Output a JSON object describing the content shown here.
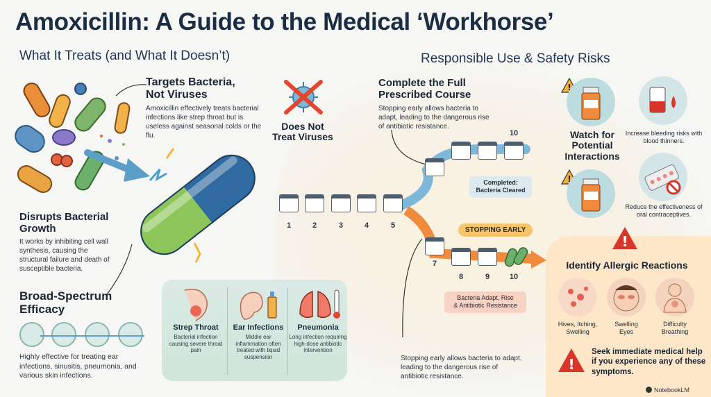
{
  "title": "Amoxicillin: A Guide to the Medical ‘Workhorse’",
  "left_section": {
    "heading": "What It Treats (and What It Doesn’t)",
    "targets": {
      "title_line1": "Targets Bacteria,",
      "title_line2": "Not Viruses",
      "body": "Amoxicillin effectively treats bacterial infections like strep throat but is useless against seasonal colds or the flu."
    },
    "virus_label_line1": "Does Not",
    "virus_label_line2": "Treat Viruses",
    "disrupts": {
      "title_line1": "Disrupts Bacterial",
      "title_line2": "Growth",
      "body": "It works by inhibiting cell wall synthesis, causing the structural failure and death of susceptible bacteria."
    },
    "broad": {
      "title_line1": "Broad-Spectrum",
      "title_line2": "Efficacy",
      "body": "Highly effective for treating ear infections, sinusitis, pneumonia, and various skin infections."
    },
    "conditions": [
      {
        "name": "Strep Throat",
        "desc": "Bacterial infection causing severe throat pain"
      },
      {
        "name": "Ear Infections",
        "desc": "Middle ear inflammation often treated with liquid suspension"
      },
      {
        "name": "Pneumonia",
        "desc": "Long infection requiring high-dose antibiotic intervention"
      }
    ]
  },
  "right_section": {
    "heading": "Responsible Use & Safety Risks",
    "course": {
      "title_line1": "Complete the Full",
      "title_line2": "Prescribed Course",
      "body": "Stopping early allows bacteria to adapt, leading to the dangerous rise of antibiotic resistance."
    },
    "days_base": [
      "1",
      "2",
      "3",
      "4",
      "5"
    ],
    "day_final_top": "10",
    "completed_label_line1": "Completed:",
    "completed_label_line2": "Bacteria Cleared",
    "stopping_early_label": "STOPPING EARLY",
    "days_bottom": [
      "7",
      "8",
      "9",
      "10"
    ],
    "resistance_label_line1": "Bacteria Adapt, Rise",
    "resistance_label_line2": "& Antibiotic Resistance",
    "bottom_note": "Stopping early allows bacteria to adapt, leading to the dangerous rise of antibiotic resistance.",
    "interactions": {
      "title_line1": "Watch for",
      "title_line2": "Potential",
      "title_line3": "Interactions",
      "bleeding_note": "Increase bleeding risks with blood thinners.",
      "contraceptive_note": "Reduce the effectiveness of oral contraceptives."
    },
    "allergy": {
      "title": "Identify Allergic Reactions",
      "symptoms": [
        {
          "line1": "Hives, Itching,",
          "line2": "Swelling"
        },
        {
          "line1": "Swelling",
          "line2": "Eyes"
        },
        {
          "line1": "Difficulty",
          "line2": "Breathing"
        }
      ],
      "warning": "Seek immediate medical help if you experience any of these symptoms."
    }
  },
  "brand": "NotebookLM",
  "colors": {
    "accent_orange": "#f08a3c",
    "accent_blue": "#5d9ec9",
    "warning_red": "#d9362b",
    "warning_amber": "#f2b23a"
  }
}
